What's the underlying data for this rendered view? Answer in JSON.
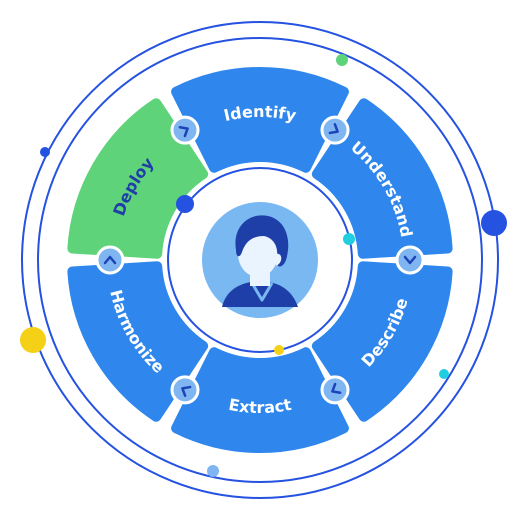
{
  "diagram": {
    "colors": {
      "ring_line": "#2552e0",
      "segment_blue": "#2f86ec",
      "segment_active": "#5fd37a",
      "label_active": "#1f3fa8",
      "connector_fill": "#7fb5f0",
      "connector_arrow": "#1d43b8",
      "center_bg": "#7ab8f2",
      "hair": "#1f3fa8",
      "skin": "#eaf4ff",
      "shirt": "#1f3fa8",
      "dot_yellow": "#f4d016",
      "dot_green": "#5fd37a",
      "dot_cyan": "#21cde0",
      "dot_blue": "#2552e0",
      "dot_lightblue": "#7fb5f0"
    },
    "segments": [
      {
        "id": "identify",
        "label": "Identify",
        "active": false
      },
      {
        "id": "understand",
        "label": "Understand",
        "active": false
      },
      {
        "id": "describe",
        "label": "Describe",
        "active": false
      },
      {
        "id": "extract",
        "label": "Extract",
        "active": false
      },
      {
        "id": "harmonize",
        "label": "Harmonize",
        "active": false
      },
      {
        "id": "deploy",
        "label": "Deploy",
        "active": true
      }
    ],
    "center_icon": "person-avatar-icon"
  }
}
